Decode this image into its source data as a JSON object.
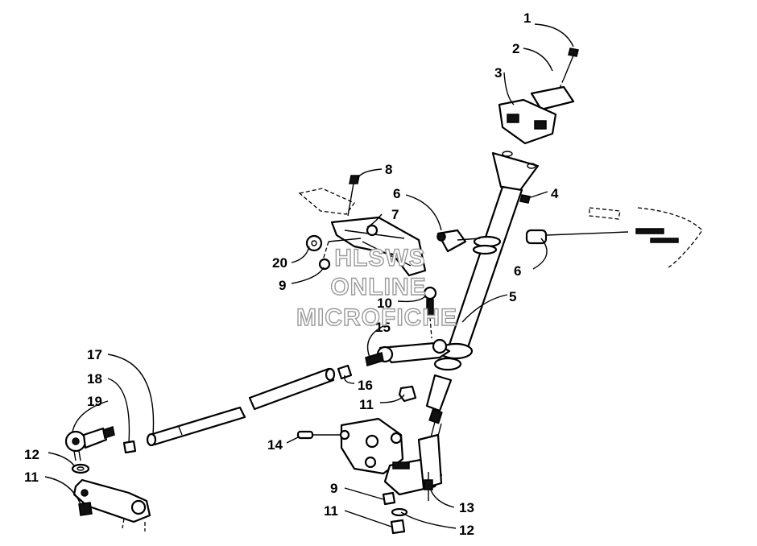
{
  "callouts": {
    "c1": "1",
    "c2": "2",
    "c3": "3",
    "c4": "4",
    "c5": "5",
    "c6_upper": "6",
    "c6_right": "6",
    "c7": "7",
    "c8": "8",
    "c9_upper": "9",
    "c9_lower": "9",
    "c10": "10",
    "c11_center": "11",
    "c11_left": "11",
    "c11_bottom": "11",
    "c12_left": "12",
    "c12_bottom": "12",
    "c13": "13",
    "c14": "14",
    "c15": "15",
    "c16": "16",
    "c17": "17",
    "c18": "18",
    "c19": "19",
    "c20": "20"
  },
  "watermark": {
    "line1": "HLSWS",
    "line2": "ONLINE",
    "line3": "MICROFICHE"
  },
  "colors": {
    "ink": "#000000",
    "paper": "#ffffff",
    "watermark_outline": "#9a9a9a"
  }
}
